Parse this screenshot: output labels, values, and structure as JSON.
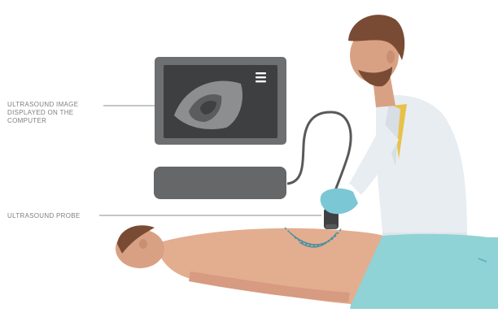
{
  "labels": {
    "image_line1": "ULTRASOUND IMAGE",
    "image_line2": "DISPLAYED ON THE",
    "image_line3": "COMPUTER",
    "probe": "ULTRASOUND PROBE"
  },
  "colors": {
    "label_text": "#7d7f82",
    "leader_line": "#8a8c8f",
    "monitor_frame": "#6e6f71",
    "screen": "#3e3f41",
    "keyboard": "#666769",
    "cable": "#58595b",
    "skin": "#d9a184",
    "hair": "#7a4b34",
    "coat": "#e8edf1",
    "shirt": "#e7c24a",
    "glove": "#7cc7d6",
    "sheet": "#8fd3d6",
    "waves": "#4a8fa0"
  },
  "icons": {
    "menu": "hamburger-menu-icon"
  }
}
